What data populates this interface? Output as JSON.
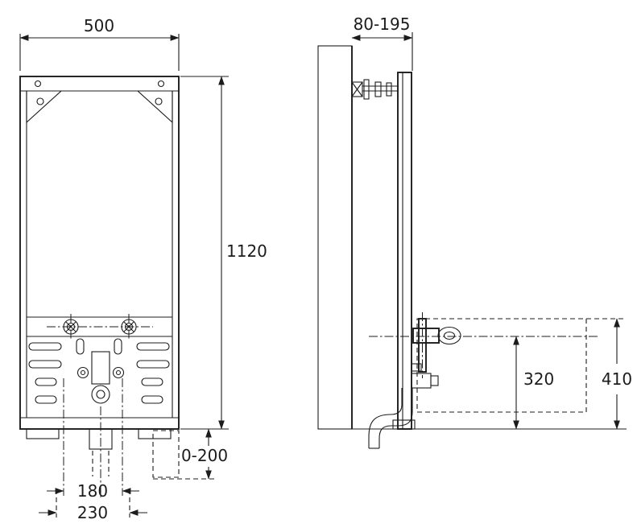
{
  "drawing": {
    "background": "#ffffff",
    "ink": "#1c1c1c",
    "dimensions": {
      "width": {
        "label": "500"
      },
      "height": {
        "label": "1120"
      },
      "depth": {
        "label": "80-195"
      },
      "leg_adjust": {
        "label": "0-200"
      },
      "spacing_inner": {
        "label": "180"
      },
      "spacing_outer": {
        "label": "230"
      },
      "outlet_height": {
        "label": "320"
      },
      "fixing_height": {
        "label": "410"
      }
    }
  }
}
